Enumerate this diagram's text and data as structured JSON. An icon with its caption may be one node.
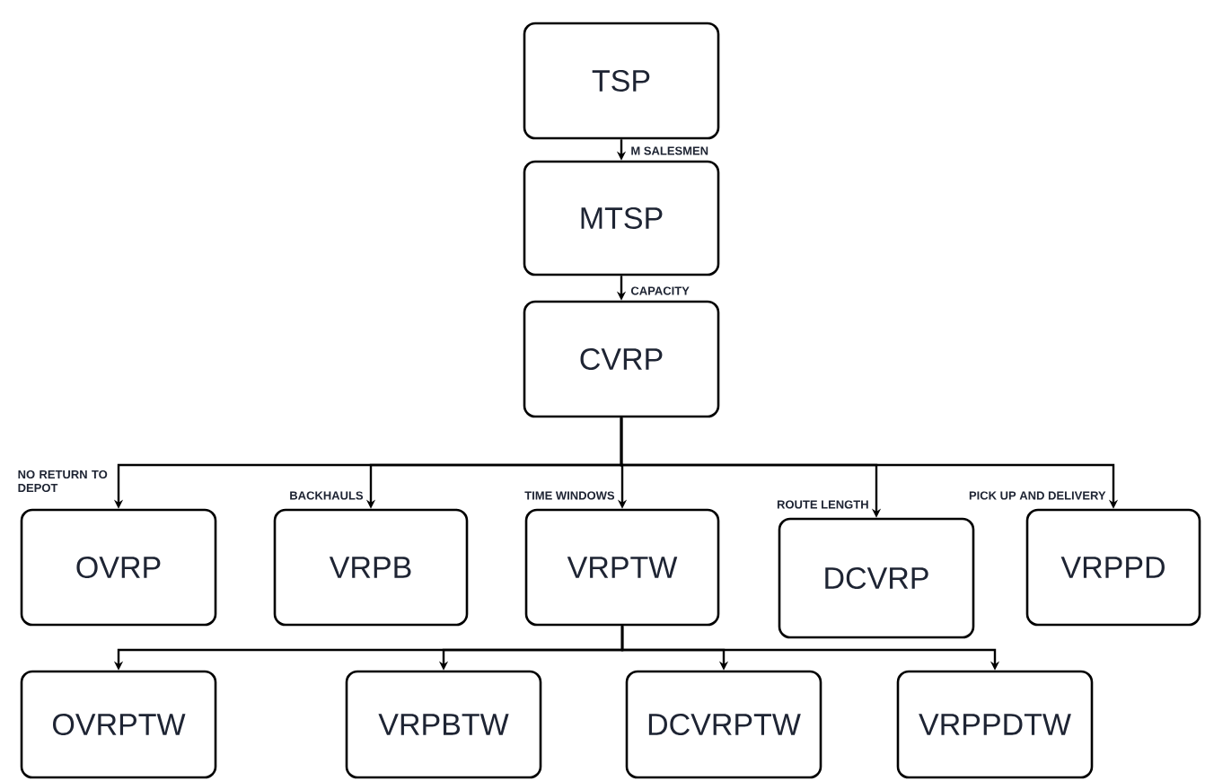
{
  "diagram": {
    "nodes": [
      {
        "text": [
          "TSP"
        ]
      },
      {
        "text": [
          "MTSP"
        ]
      },
      {
        "text": [
          "CVRP"
        ]
      },
      {
        "text": [
          "OVRP"
        ]
      },
      {
        "text": [
          "VRPB"
        ]
      },
      {
        "text": [
          "VRPTW"
        ]
      },
      {
        "text": [
          "DCVRP"
        ]
      },
      {
        "text": [
          "VRPPD"
        ]
      },
      {
        "text": [
          "OVRPTW"
        ]
      },
      {
        "text": [
          "VRPBTW"
        ]
      },
      {
        "text": [
          "DCVRPTW"
        ]
      },
      {
        "text": [
          "VRPPDTW"
        ]
      }
    ],
    "edges": [
      {
        "from": 0,
        "to": 1,
        "arrow": "to",
        "label": "M SALESMEN"
      },
      {
        "from": 1,
        "to": 2,
        "arrow": "to",
        "label": "CAPACITY"
      },
      {
        "from": 2,
        "to": 3,
        "arrow": "to",
        "label": "NO RETURN TO DEPOT"
      },
      {
        "from": 2,
        "to": 4,
        "arrow": "to",
        "label": "BACKHAULS"
      },
      {
        "from": 2,
        "to": 5,
        "arrow": "to",
        "label": "TIME WINDOWS"
      },
      {
        "from": 2,
        "to": 6,
        "arrow": "to",
        "label": "ROUTE LENGTH"
      },
      {
        "from": 2,
        "to": 7,
        "arrow": "to",
        "label": "PICK UP AND DELIVERY"
      },
      {
        "from": 5,
        "to": 8,
        "arrow": "to"
      },
      {
        "from": 5,
        "to": 9,
        "arrow": "to"
      },
      {
        "from": 5,
        "to": 10,
        "arrow": "to"
      },
      {
        "from": 5,
        "to": 11,
        "arrow": "to"
      }
    ]
  }
}
